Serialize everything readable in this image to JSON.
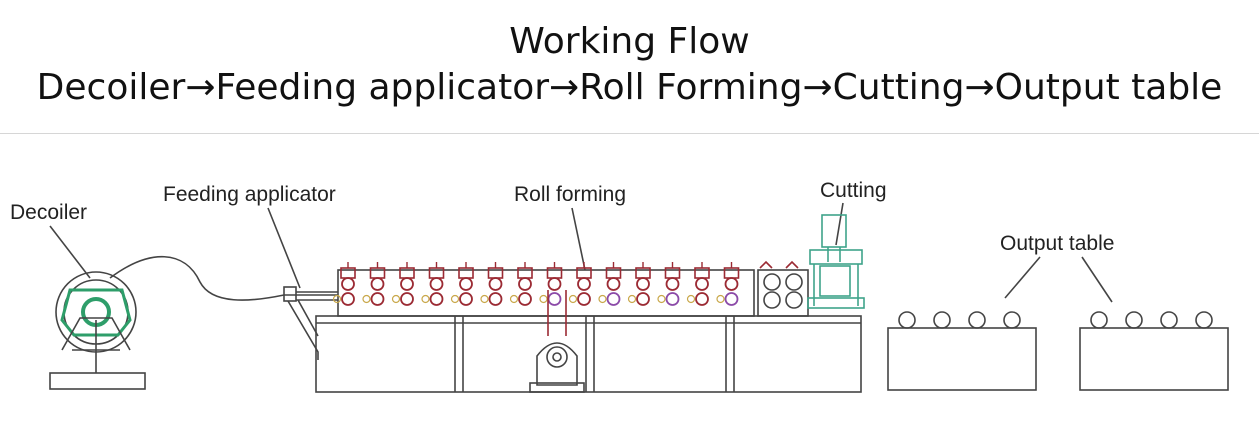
{
  "title": {
    "heading": "Working Flow",
    "flow": [
      "Decoiler",
      "Feeding applicator",
      "Roll Forming",
      "Cutting",
      "Output table"
    ],
    "arrow": "→"
  },
  "labels": {
    "decoiler": "Decoiler",
    "feeding": "Feeding applicator",
    "roll_forming": "Roll forming",
    "cutting": "Cutting",
    "output": "Output table"
  },
  "colors": {
    "line": "#444444",
    "decoiler_coil": "#2e9e6a",
    "roller_red": "#9b2a33",
    "roller_purple": "#8b4aa8",
    "roller_yellow": "#c9a84a",
    "cutting_green": "#3fa38a",
    "divider": "#d6d6d6"
  }
}
